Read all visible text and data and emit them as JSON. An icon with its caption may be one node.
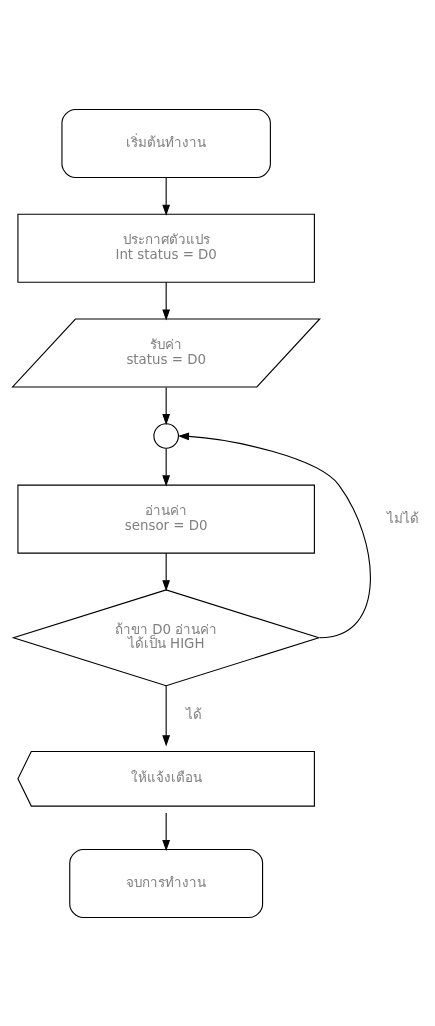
{
  "diagram": {
    "nodes": [
      {
        "text": [
          "เริ่มต้นทำงาน"
        ]
      },
      {
        "text": [
          "ประกาศตัวแปร",
          "Int status = D0"
        ]
      },
      {
        "text": [
          "รับค่า",
          "status = D0"
        ]
      },
      {
        "text": [],
        "shape": "circle"
      },
      {
        "text": [
          "อ่านค่า",
          "sensor = D0"
        ]
      },
      {
        "text": [
          "ถ้าขา D0 อ่านค่า",
          "ได้เป็น HIGH"
        ]
      },
      {
        "text": [
          "ให้แจ้งเตือน"
        ]
      },
      {
        "text": [
          "จบการทำงาน"
        ]
      }
    ],
    "edges": [
      {
        "from": 0,
        "to": 1,
        "arrow": "to"
      },
      {
        "from": 1,
        "to": 2,
        "arrow": "to"
      },
      {
        "from": 2,
        "to": 3,
        "arrow": "to"
      },
      {
        "from": 3,
        "to": 4,
        "arrow": "to"
      },
      {
        "from": 4,
        "to": 5,
        "arrow": "to"
      },
      {
        "from": 5,
        "to": 6,
        "label": "ได้",
        "arrow": "to"
      },
      {
        "from": 5,
        "to": 3,
        "label": "ไม่ได้",
        "arrow": "to"
      },
      {
        "from": 6,
        "to": 7,
        "arrow": "to"
      }
    ]
  }
}
